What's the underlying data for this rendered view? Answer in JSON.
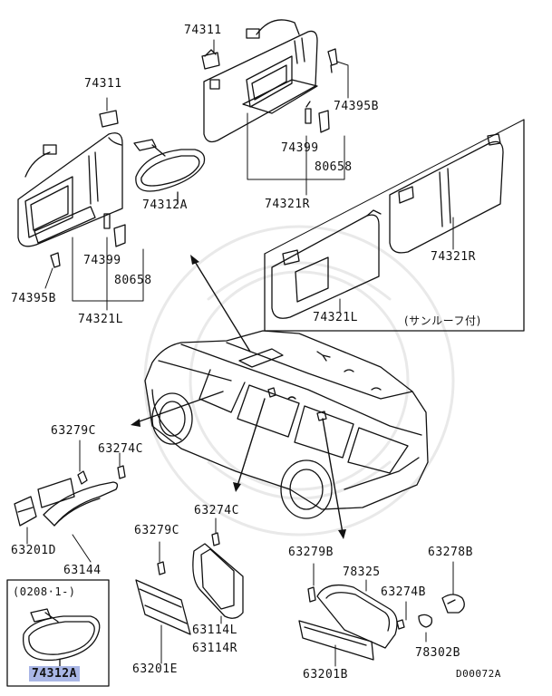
{
  "labels": {
    "p74311_right": "74311",
    "p74395b_right": "74395B",
    "p74399_right": "74399",
    "p80658_right": "80658",
    "p74321r_top": "74321R",
    "p74311_left": "74311",
    "p74312a_mid": "74312A",
    "p74399_left": "74399",
    "p80658_left": "80658",
    "p74395b_left": "74395B",
    "p74321l_left": "74321L",
    "p74321r_sunroof": "74321R",
    "p74321l_sunroof": "74321L",
    "sunroof_note": "(サンルーフ付)",
    "p63279c_left": "63279C",
    "p63274c_left": "63274C",
    "p63201d": "63201D",
    "p63144": "63144",
    "p63274c_mid": "63274C",
    "p63279c_mid": "63279C",
    "p63114l": "63114L",
    "p63114r": "63114R",
    "p63201e": "63201E",
    "p63279b": "63279B",
    "p78325": "78325",
    "p63278b": "63278B",
    "p63274b": "63274B",
    "p78302b": "78302B",
    "p63201b": "63201B",
    "date_code": "(0208·1-)",
    "p74312a_box": "74312A",
    "diagram_id": "D00072A"
  }
}
